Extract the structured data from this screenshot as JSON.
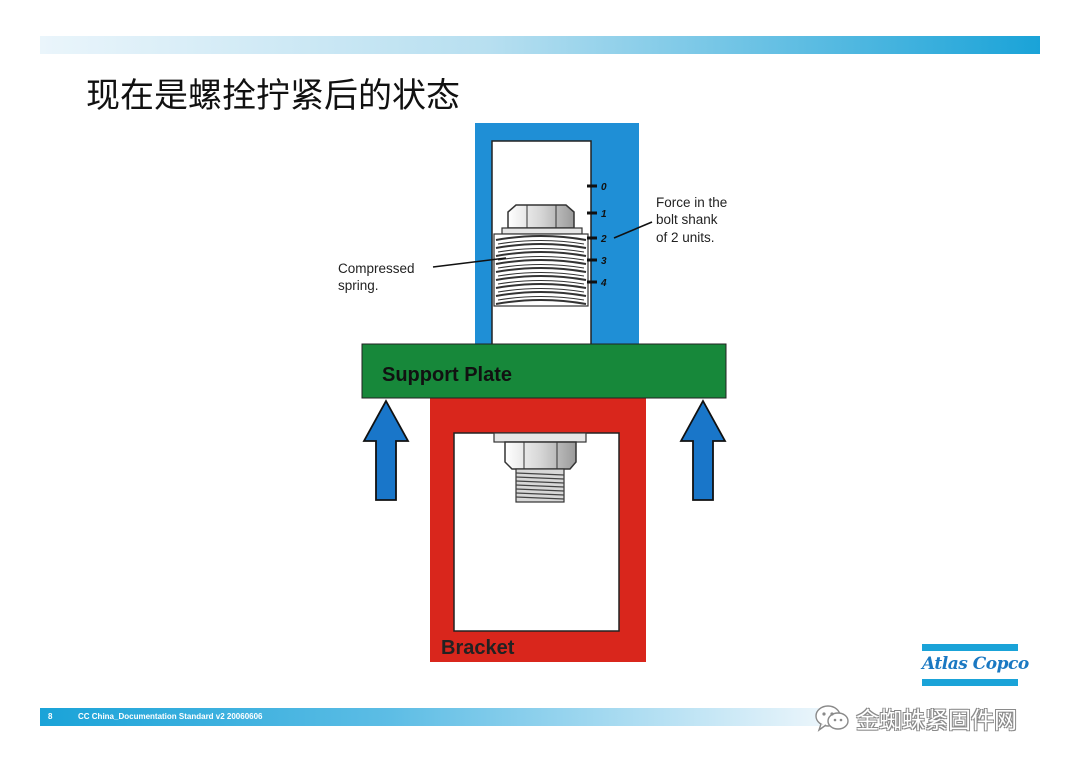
{
  "slide": {
    "title": "现在是螺拴拧紧后的状态",
    "page_number": "8",
    "footer": "CC China_Documentation Standard v2 20060606"
  },
  "diagram": {
    "labels": {
      "compressed_spring_line1": "Compressed",
      "compressed_spring_line2": "spring.",
      "force_line1": "Force in the",
      "force_line2": "bolt shank",
      "force_line3": "of 2 units.",
      "support_plate": "Support Plate",
      "bracket": "Bracket"
    },
    "scale_marks": [
      "0",
      "1",
      "2",
      "3",
      "4"
    ],
    "force_units": 2
  },
  "logo": {
    "text": "Atlas Copco"
  },
  "watermark": {
    "text": "金蜘蛛紧固件网",
    "icon": "wechat-icon"
  },
  "colors": {
    "frame_blue": "#1f8fd6",
    "support_plate_green": "#17883a",
    "bracket_red": "#d9261c",
    "arrow_blue": "#1976c9",
    "bar_blue": "#1aa3d8"
  }
}
